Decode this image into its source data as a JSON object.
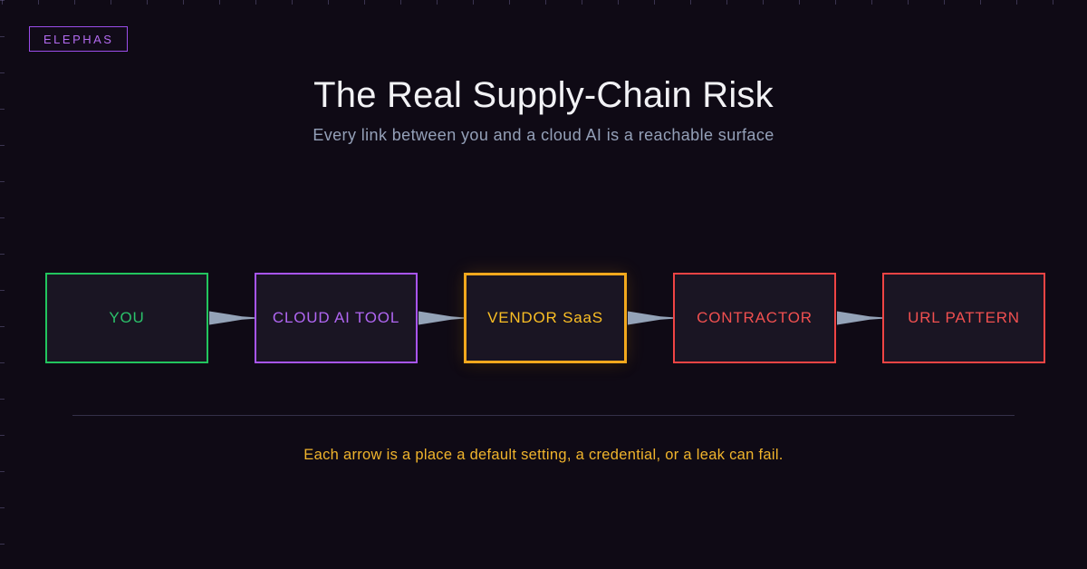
{
  "brand": {
    "label": "ELEPHAS"
  },
  "header": {
    "title": "The Real Supply-Chain Risk",
    "subtitle": "Every link between you and a cloud AI is a reachable surface"
  },
  "chain": {
    "nodes": [
      {
        "id": "you",
        "label": "YOU",
        "color": "#22c55e",
        "text_color": "#2bc16a",
        "emphasis": false
      },
      {
        "id": "cloud-ai-tool",
        "label": "CLOUD AI TOOL",
        "color": "#a855f7",
        "text_color": "#b066f2",
        "emphasis": false
      },
      {
        "id": "vendor-saas",
        "label": "VENDOR SaaS",
        "color": "#f2a81d",
        "text_color": "#fbbf24",
        "emphasis": true
      },
      {
        "id": "contractor",
        "label": "CONTRACTOR",
        "color": "#ef4444",
        "text_color": "#f15050",
        "emphasis": false
      },
      {
        "id": "url-pattern",
        "label": "URL PATTERN",
        "color": "#ef4444",
        "text_color": "#f15050",
        "emphasis": false
      }
    ],
    "arrow_color": "#94a3b8"
  },
  "footer": {
    "note": "Each arrow is a place a default setting, a credential, or a leak can fail."
  },
  "theme": {
    "background": "#0f0a15",
    "box_fill": "#1a1523",
    "title_color": "#f2f2f5",
    "subtitle_color": "#94a0b8",
    "divider_color": "#343048",
    "badge_border": "#9b4dea"
  }
}
